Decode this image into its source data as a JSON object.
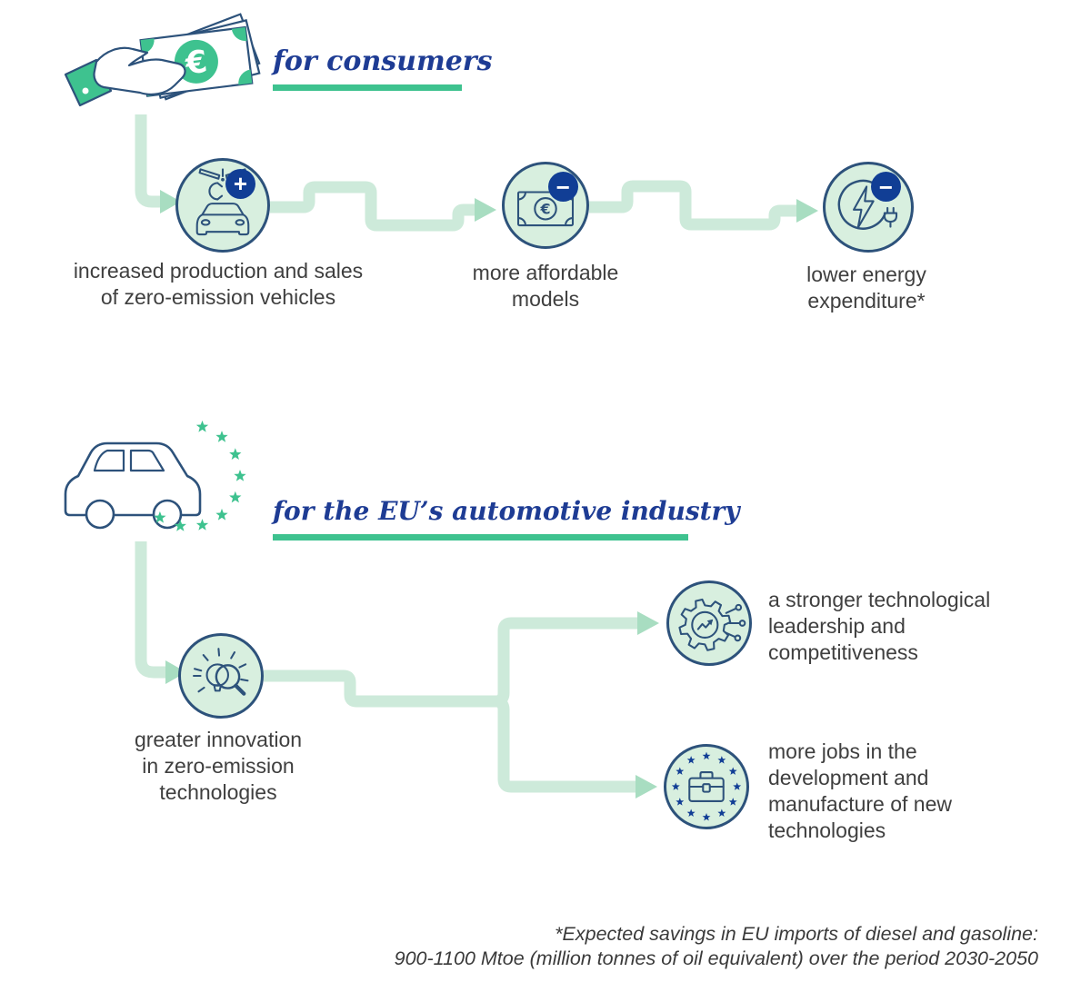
{
  "colors": {
    "heading_navy": "#1e3c94",
    "icon_stroke_navy": "#2d527b",
    "badge_navy": "#113e95",
    "accent_green": "#3ec28f",
    "connector_mint": "#cdeada",
    "arrow_mint": "#a8ddc1",
    "bubble_fill": "#d8efdf",
    "body_text": "#3f3f3f"
  },
  "symbols": {
    "euro": "€"
  },
  "icons": {
    "hand_money": "hand-holding-euro-banknotes-icon",
    "step1": "robot-arm-over-car-icon",
    "step2": "euro-banknote-icon",
    "step3": "electric-energy-plug-icon",
    "car_eu": "car-with-eu-stars-icon",
    "innovation": "lightbulb-magnifier-icon",
    "leadership": "gear-growth-circuit-icon",
    "jobs": "briefcase-eu-stars-icon"
  },
  "sections": {
    "consumers": {
      "heading": "for consumers",
      "steps": [
        {
          "label": "increased production and sales\nof zero-emission vehicles",
          "badge_symbol": "+"
        },
        {
          "label": "more affordable\nmodels",
          "badge_symbol": "−"
        },
        {
          "label": "lower energy\nexpenditure*",
          "badge_symbol": "−"
        }
      ]
    },
    "industry": {
      "heading": "for the EU’s automotive industry",
      "source": {
        "label": "greater innovation\nin zero-emission\ntechnologies"
      },
      "outcomes": [
        {
          "label": "a stronger technological\nleadership and\ncompetitiveness"
        },
        {
          "label": "more jobs in the\ndevelopment and\nmanufacture of new\ntechnologies"
        }
      ]
    }
  },
  "footnote": {
    "text": "*Expected savings in EU imports of diesel and gasoline:\n900-1100 Mtoe (million tonnes of oil equivalent) over the period 2030-2050"
  }
}
